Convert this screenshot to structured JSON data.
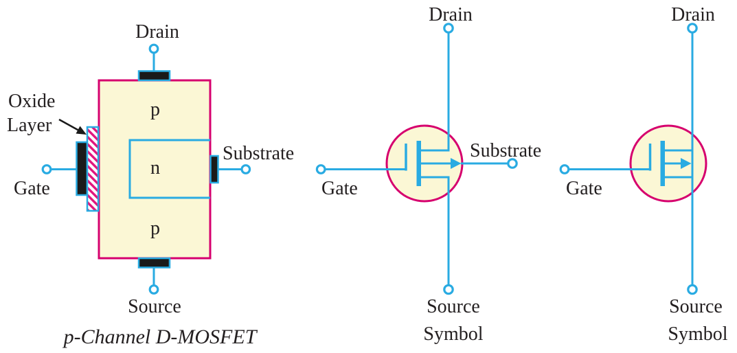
{
  "colors": {
    "line_cyan": "#29ABE2",
    "outline_magenta": "#D6006E",
    "hatch_magenta": "#E0157E",
    "body_cream": "#FBF7D5",
    "contact_black": "#1A1A1A",
    "text_black": "#231F20",
    "background": "#FFFFFF"
  },
  "structure": {
    "caption": "p-Channel D-MOSFET",
    "drain_label": "Drain",
    "source_label": "Source",
    "gate_label": "Gate",
    "substrate_label": "Substrate",
    "oxide_label_line1": "Oxide",
    "oxide_label_line2": "Layer",
    "top_region": "p",
    "channel_region": "n",
    "bottom_region": "p"
  },
  "symbol_with_substrate": {
    "drain_label": "Drain",
    "source_label": "Source",
    "gate_label": "Gate",
    "substrate_label": "Substrate",
    "caption": "Symbol"
  },
  "symbol_internal_substrate": {
    "drain_label": "Drain",
    "source_label": "Source",
    "gate_label": "Gate",
    "caption": "Symbol"
  }
}
